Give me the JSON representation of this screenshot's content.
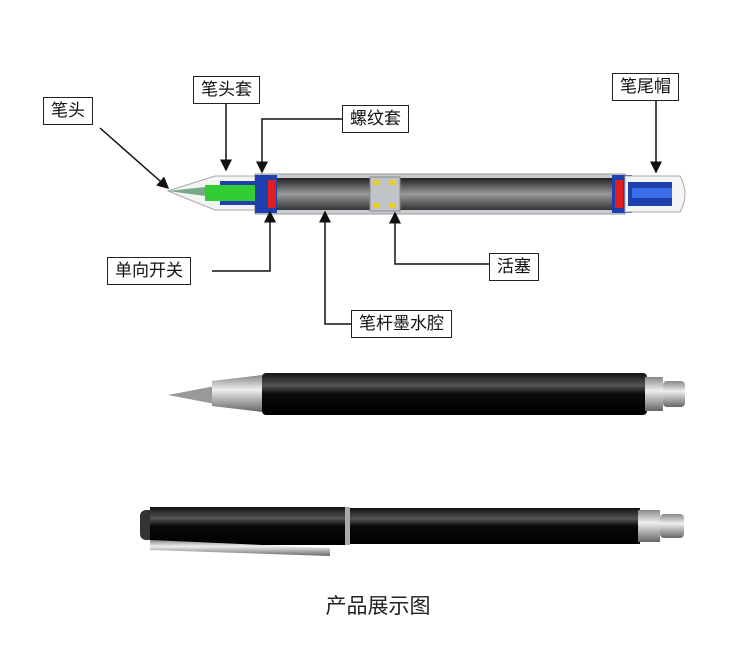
{
  "labels": {
    "nib": "笔头",
    "nib_sleeve": "笔头套",
    "thread_sleeve": "螺纹套",
    "tail_cap": "笔尾帽",
    "check_valve": "单向开关",
    "piston": "活塞",
    "barrel_ink_chamber": "笔杆墨水腔"
  },
  "caption": "产品展示图"
}
